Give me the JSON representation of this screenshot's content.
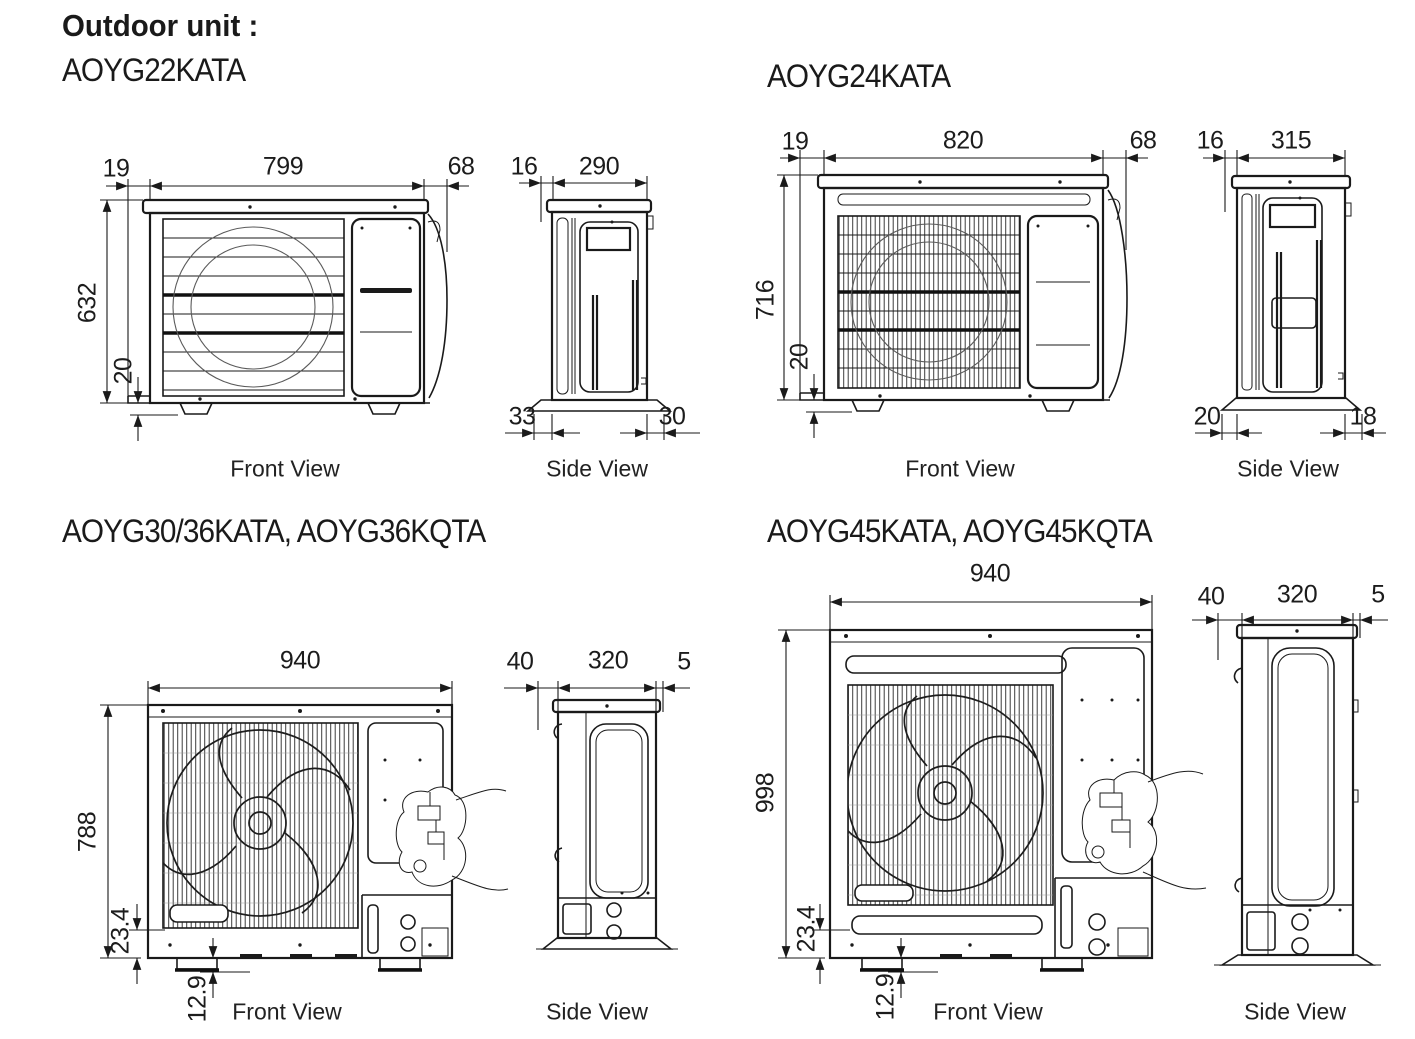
{
  "page": {
    "title": "Outdoor unit :",
    "background": "#ffffff",
    "line_color": "#1a1a1a"
  },
  "units": [
    {
      "model": "AOYG22KATA",
      "front": {
        "label": "Front View",
        "top_left": "19",
        "top_width": "799",
        "top_right": "68",
        "height": "632",
        "foot": "20"
      },
      "side": {
        "label": "Side View",
        "top_left": "16",
        "top_width": "290",
        "bottom_left": "33",
        "bottom_right": "30"
      }
    },
    {
      "model": "AOYG24KATA",
      "front": {
        "label": "Front View",
        "top_left": "19",
        "top_width": "820",
        "top_right": "68",
        "height": "716",
        "foot": "20"
      },
      "side": {
        "label": "Side View",
        "top_left": "16",
        "top_width": "315",
        "bottom_left": "20",
        "bottom_right": "18"
      }
    },
    {
      "model": "AOYG30/36KATA, AOYG36KQTA",
      "front": {
        "label": "Front View",
        "top_width": "940",
        "height": "788",
        "bottom_inset": "23.4",
        "foot": "12.9"
      },
      "side": {
        "label": "Side View",
        "top_left": "40",
        "top_width": "320",
        "top_right": "5"
      }
    },
    {
      "model": "AOYG45KATA, AOYG45KQTA",
      "front": {
        "label": "Front View",
        "top_width": "940",
        "height": "998",
        "bottom_inset": "23.4",
        "foot": "12.9"
      },
      "side": {
        "label": "Side View",
        "top_left": "40",
        "top_width": "320",
        "top_right": "5"
      }
    }
  ]
}
